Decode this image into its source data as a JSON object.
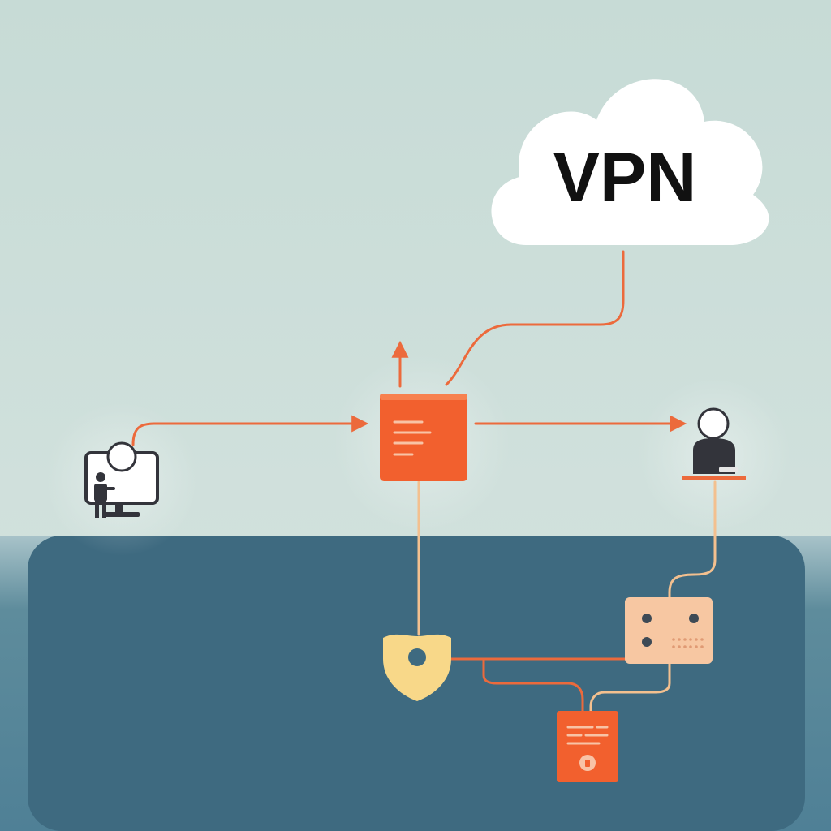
{
  "cloud": {
    "label": "VPN"
  },
  "nodes": [
    {
      "id": "remote-user-computer",
      "icon": "computer-user-icon"
    },
    {
      "id": "vpn-gateway-server",
      "icon": "server-document-icon"
    },
    {
      "id": "remote-employee",
      "icon": "person-at-desk-icon"
    },
    {
      "id": "security-shield",
      "icon": "shield-icon"
    },
    {
      "id": "network-router",
      "icon": "router-icon"
    },
    {
      "id": "secure-file-server",
      "icon": "locked-server-icon"
    }
  ],
  "colors": {
    "sky": "#cfe0dc",
    "ground": "#3e6a80",
    "connector": "#ec6a3c",
    "connector_light": "#f3c08f",
    "node_orange": "#f2602e",
    "shield": "#f8d889",
    "router": "#f7c7a2",
    "dark": "#33343b",
    "cloud": "#ffffff"
  }
}
